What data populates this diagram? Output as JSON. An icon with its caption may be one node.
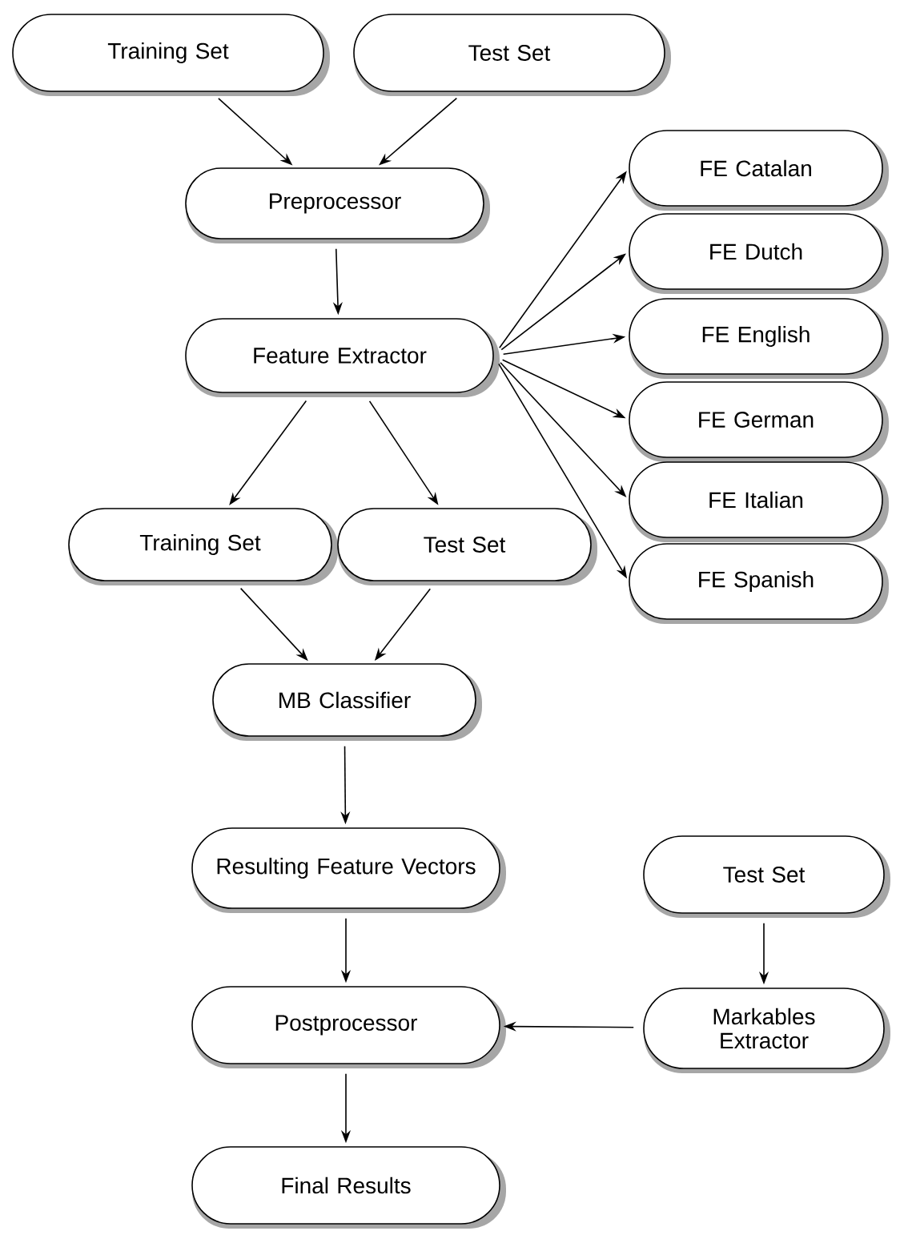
{
  "diagram": {
    "nodes": [
      {
        "text": [
          "Training Set"
        ]
      },
      {
        "text": [
          "Test Set"
        ]
      },
      {
        "text": [
          "Preprocessor"
        ]
      },
      {
        "text": [
          "Feature Extractor"
        ]
      },
      {
        "text": [
          "FE Catalan"
        ]
      },
      {
        "text": [
          "FE Dutch"
        ]
      },
      {
        "text": [
          "FE English"
        ]
      },
      {
        "text": [
          "FE German"
        ]
      },
      {
        "text": [
          "FE Italian"
        ]
      },
      {
        "text": [
          "FE Spanish"
        ]
      },
      {
        "text": [
          "Training Set"
        ]
      },
      {
        "text": [
          "Test Set"
        ]
      },
      {
        "text": [
          "MB Classifier"
        ]
      },
      {
        "text": [
          "Resulting Feature Vectors"
        ]
      },
      {
        "text": [
          "Test Set"
        ]
      },
      {
        "text": [
          "Postprocessor"
        ]
      },
      {
        "text": [
          "Markables Extractor"
        ]
      },
      {
        "text": [
          "Final Results"
        ]
      }
    ],
    "edges": [
      {
        "from": 0,
        "to": 2,
        "arrow": "to"
      },
      {
        "from": 1,
        "to": 2,
        "arrow": "to"
      },
      {
        "from": 2,
        "to": 3,
        "arrow": "to"
      },
      {
        "from": 3,
        "to": 4,
        "arrow": "to"
      },
      {
        "from": 3,
        "to": 5,
        "arrow": "to"
      },
      {
        "from": 3,
        "to": 6,
        "arrow": "to"
      },
      {
        "from": 3,
        "to": 7,
        "arrow": "to"
      },
      {
        "from": 3,
        "to": 8,
        "arrow": "to"
      },
      {
        "from": 3,
        "to": 9,
        "arrow": "to"
      },
      {
        "from": 3,
        "to": 10,
        "arrow": "to"
      },
      {
        "from": 3,
        "to": 11,
        "arrow": "to"
      },
      {
        "from": 10,
        "to": 12,
        "arrow": "to"
      },
      {
        "from": 11,
        "to": 12,
        "arrow": "to"
      },
      {
        "from": 12,
        "to": 13,
        "arrow": "to"
      },
      {
        "from": 13,
        "to": 15,
        "arrow": "to"
      },
      {
        "from": 14,
        "to": 16,
        "arrow": "to"
      },
      {
        "from": 16,
        "to": 15,
        "arrow": "to"
      },
      {
        "from": 15,
        "to": 17,
        "arrow": "to"
      }
    ]
  }
}
